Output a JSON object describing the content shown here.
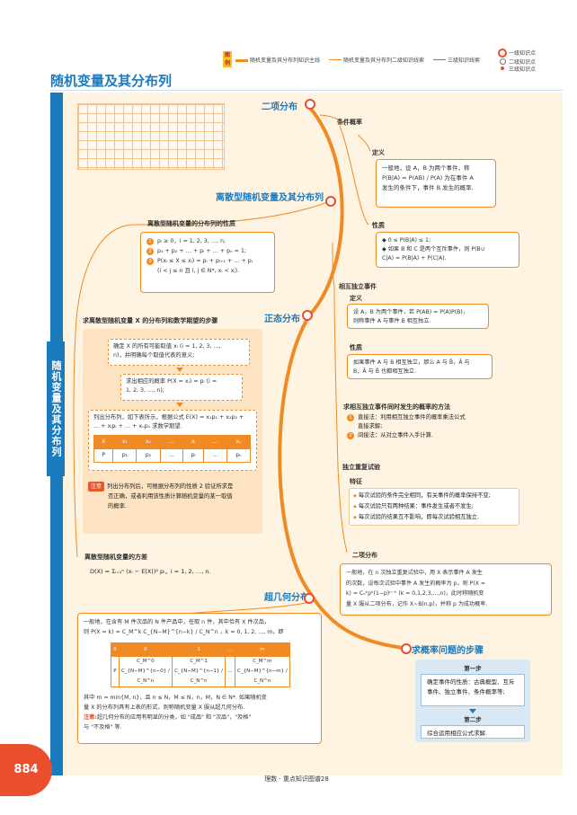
{
  "legend": {
    "tag": "图例",
    "main": "随机变量及其分布列知识主线",
    "second": "随机变量及其分布列二级知识线索",
    "third": "三级知识线索",
    "lvl1": "一级知识点",
    "lvl2": "二级知识点",
    "lvl3": "三级知识点"
  },
  "title": "随机变量及其分布列",
  "sidebar_label": "随机变量及其分布列",
  "nodes": {
    "binomial": "二项分布",
    "discrete": "离散型随机变量及其分布列",
    "normal": "正态分布",
    "hyper": "超几何分布",
    "steps": "求概率问题的步骤",
    "cond": "条件概率",
    "def": "定义",
    "prop": "性质",
    "indep": "相互独立事件",
    "indep_def": "定义",
    "indep_prop": "性质",
    "indep_method": "求相互独立事件同时发生的概率的方法",
    "rep": "独立重复试验",
    "rep_feat": "特征",
    "binom2": "二项分布",
    "dist_prop": "离散型随机变量的分布列的性质",
    "find_dist": "求离散型随机变量 X 的分布列和数学期望的步骤",
    "variance": "离散型随机变量的方差"
  },
  "cond_def": {
    "line1": "一般地，设 A，B 为两个事件，称",
    "line2": "P(B|A) = P(AB) / P(A) 为在事件 A",
    "line3": "发生的条件下，事件 B 发生的概率."
  },
  "cond_prop": {
    "line1": "◆ 0 ≤ P(B|A) ≤ 1;",
    "line2": "◆ 如果 B 和 C 是两个互斥事件，则 P(B∪",
    "line3": "C|A) = P(B|A) + P(C|A)."
  },
  "indep_def_text": {
    "line1": "设 A，B 为两个事件，若 P(AB) = P(A)P(B)，",
    "line2": "则称事件 A 与事件 B 相互独立."
  },
  "indep_prop_text": {
    "line1": "如果事件 A 与 B 相互独立，那么 A 与 B̄，Ā 与",
    "line2": "B，Ā 与 B̄ 也都相互独立."
  },
  "indep_method_items": [
    {
      "n": "1",
      "line1": "直接法：利用相互独立事件的概率乘法公式",
      "line2": "直接求解;"
    },
    {
      "n": "2",
      "line1": "间接法：从对立事件入手计算.",
      "line2": ""
    }
  ],
  "rep_features": [
    "每次试验的条件完全相同，有关事件的概率保持不变;",
    "每次试验只有两种结果：事件发生或者不发生;",
    "每次试验的结果互不影响，即每次试验相互独立."
  ],
  "binom_text": {
    "line1": "一般地，在 n 次独立重复试验中，用 X 表示事件 A 发生",
    "line2": "的次数，设每次试验中事件 A 发生的概率为 p，则 P(X =",
    "line3": "k) = Cₙᵏpᵏ(1−p)ⁿ⁻ᵏ (k = 0,1,2,3,…,n)，此时称随机变",
    "line4": "量 X 服从二项分布，记作 X~B(n,p)，并称 p 为成功概率."
  },
  "dist_props": [
    {
      "n": "1",
      "text": "pᵢ ≥ 0，i = 1, 2, 3, …, n;"
    },
    {
      "n": "2",
      "text": "p₁ + p₂ + … + pᵢ + … + pₙ = 1;"
    },
    {
      "n": "3",
      "text": "P(xᵢ ≤ X ≤ xⱼ) = pᵢ + pᵢ₊₁ + … + pⱼ"
    }
  ],
  "dist_prop3_cont": "(i < j ≤ n 且 i, j ∈ N*, xᵢ < xⱼ).",
  "find_steps": {
    "s1a": "确定 X 的所有可能取值 xᵢ (i = 1, 2, 3, …,",
    "s1b": "n)，并明确每个取值代表的意义;",
    "s2a": "求出相应的概率 P(X = xᵢ) = pᵢ (i =",
    "s2b": "1, 2, 3, …, n);",
    "s3a": "列出分布列，如下表所示，根据公式 E(X) = x₁p₁ + x₂p₂ +",
    "s3b": "… + xᵢpᵢ + … + xₙpₙ 求数学期望."
  },
  "find_table": {
    "head": [
      "X",
      "x₁",
      "x₂",
      "…",
      "xᵢ",
      "…",
      "xₙ"
    ],
    "row": [
      "P",
      "p₁",
      "p₂",
      "…",
      "pᵢ",
      "…",
      "pₙ"
    ]
  },
  "note": {
    "tag": "注意",
    "line1": "列出分布列后，可根据分布列的性质 2 验证所求是",
    "line2": "否正确，或者利用该性质计算随机变量的某一取值",
    "line3": "的概率."
  },
  "variance_formula": "D(X) = Σᵢ₌₁ⁿ (xᵢ − E(X))² pᵢ，i = 1, 2, …, n.",
  "hyper_text": {
    "line1": "一般地，在含有 M 件次品的 N 件产品中，任取 n 件，其中恰有 X 件次品，",
    "line2": "则 P(X = k) = C_M^k C_{N−M}^{n−k} / C_N^n ，k = 0, 1, 2, …, m，即",
    "line3": "其中 m = min{M, n}，且 n ≤ N，M ≤ N，n，M，N ∈ N*. 如果随机变",
    "line4": "量 X 的分布列具有上表的形式，则称随机变量 X 服从超几何分布.",
    "note_tag": "注意:",
    "line5": "超几何分布的应用有明显的分类，如 \"成品\" 和 \"次品\"，\"及格\"",
    "line6": "与 \"不及格\" 等."
  },
  "hyper_table": {
    "head": [
      "X",
      "0",
      "1",
      "…",
      "m"
    ],
    "row": [
      "P",
      "C_M^0 C_{N−M}^{n−0} / C_N^n",
      "C_M^1 C_{N−M}^{n−1} / C_N^n",
      "…",
      "C_M^m C_{N−M}^{n−m} / C_N^n"
    ]
  },
  "steps": {
    "first": "第一步",
    "first_text": "确定事件的性质：古典概型、互斥事件、独立事件、条件概率等;",
    "second": "第二步",
    "second_text": "综合运用相应公式求解."
  },
  "page_number": "884",
  "footer": "理数 · 重点知识图谱28",
  "colors": {
    "accent": "#1b7bbf",
    "orange": "#f08a24",
    "red": "#e94e2d",
    "panel": "#fff4e2"
  }
}
